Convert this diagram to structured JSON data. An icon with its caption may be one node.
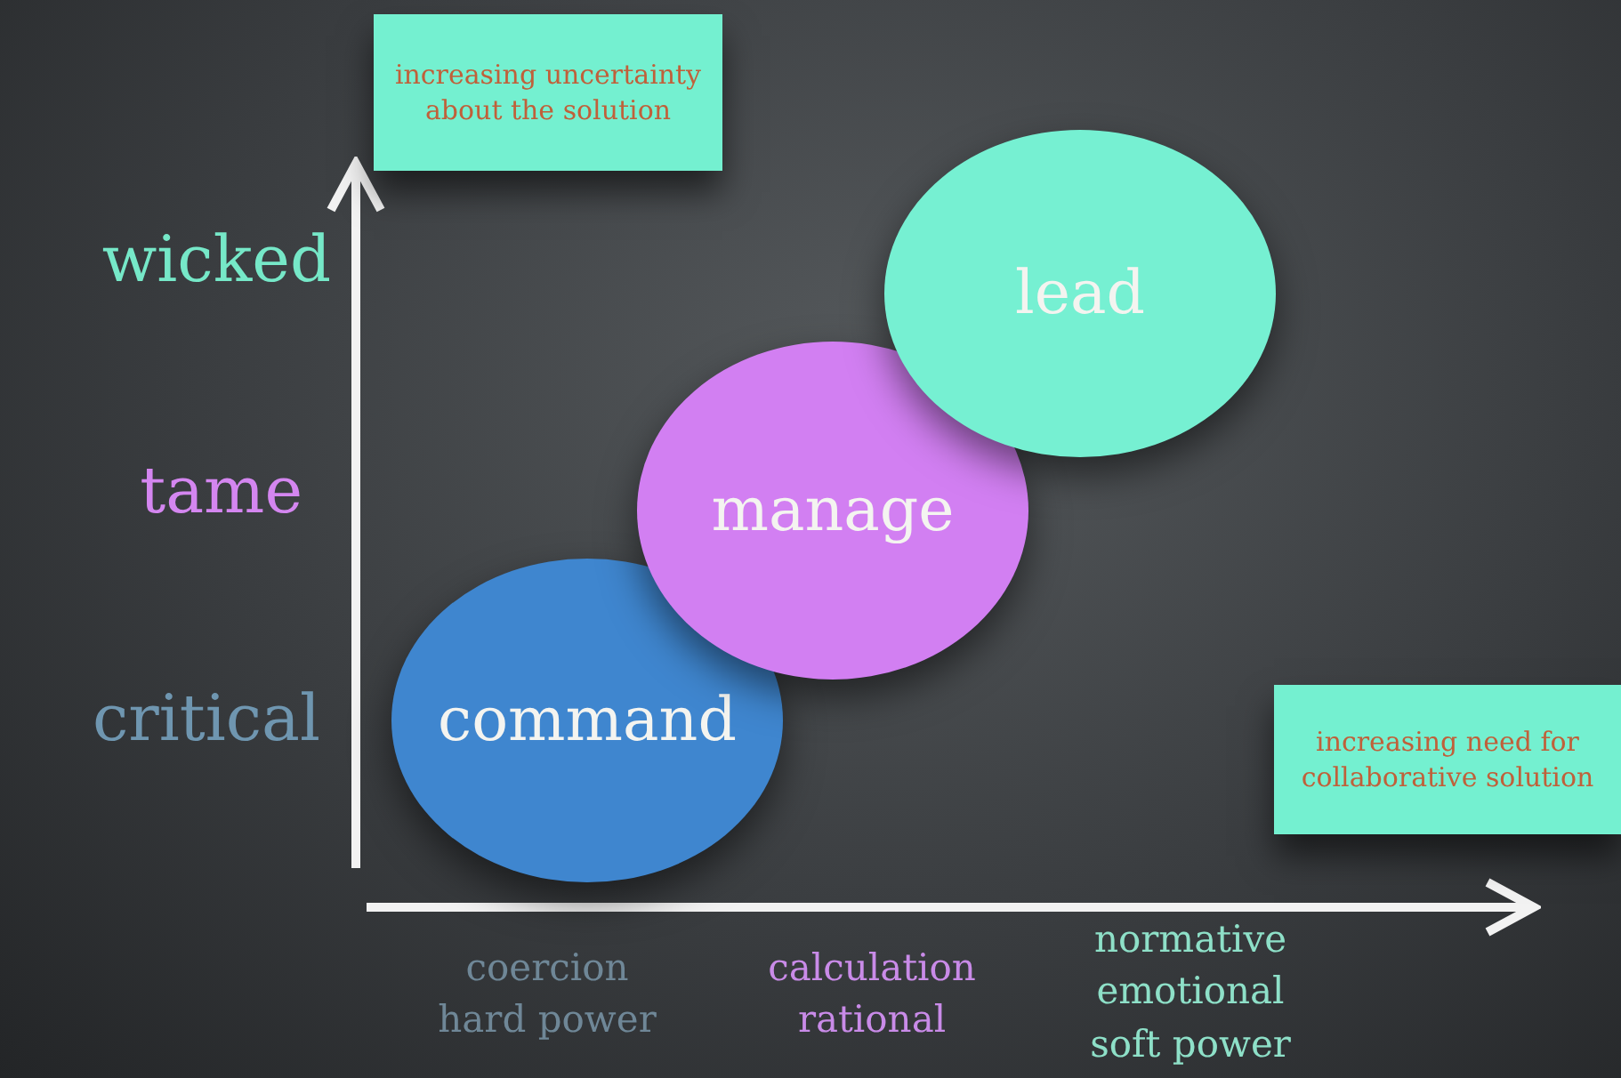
{
  "diagram": {
    "nodes": [
      {
        "text": [
          "increasing uncertainty about the solution"
        ]
      },
      {
        "text": [
          "command"
        ]
      },
      {
        "text": [
          "manage"
        ]
      },
      {
        "text": [
          "lead"
        ]
      },
      {
        "text": [
          "increasing need for collaborative solution"
        ]
      }
    ],
    "labels": [
      "wicked",
      "tame",
      "critical",
      "coercion hard power",
      "calculation rational",
      "normative emotional soft power"
    ]
  }
}
